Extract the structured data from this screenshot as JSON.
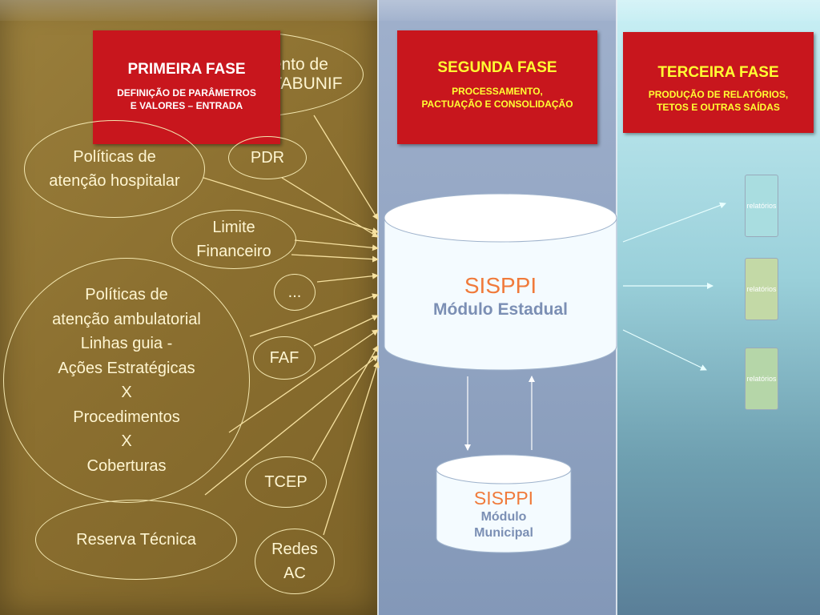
{
  "phases": [
    {
      "title": "PRIMEIRA FASE",
      "subtitle_lines": [
        "DEFINIÇÃO DE PARÂMETROS",
        "E VALORES – ENTRADA"
      ]
    },
    {
      "title": "SEGUNDA FASE",
      "subtitle_lines": [
        "PROCESSAMENTO,",
        "PACTUAÇÃO E CONSOLIDAÇÃO"
      ]
    },
    {
      "title": "TERCEIRA FASE",
      "subtitle_lines": [
        "PRODUÇÃO DE RELATÓRIOS,",
        "TETOS E OUTRAS SAÍDAS"
      ]
    }
  ],
  "inputs": {
    "tabunif": [
      "Novo agrupamento de",
      "procedimentos : TABUNIF"
    ],
    "hospitalar": [
      "Políticas de",
      "atenção hospitalar"
    ],
    "pdr": "PDR",
    "limite": [
      "Limite",
      "Financeiro"
    ],
    "dots": "...",
    "ambulatorial": [
      "Políticas de",
      "atenção ambulatorial",
      "Linhas guia -",
      "Ações Estratégicas",
      "X",
      "Procedimentos",
      "X",
      "Coberturas"
    ],
    "faf": "FAF",
    "tcep": "TCEP",
    "reserva": "Reserva Técnica",
    "redes": [
      "Redes",
      "AC"
    ]
  },
  "modules": {
    "estadual": {
      "name": "SISPPI",
      "sub": "Módulo Estadual"
    },
    "municipal": {
      "name": "SISPPI",
      "sub_lines": [
        "Módulo",
        "Municipal"
      ]
    }
  },
  "outputs": [
    "relatórios",
    "relatórios",
    "relatórios"
  ],
  "colors": {
    "panel1": "#8c7030",
    "panel2": "#8fa2c0",
    "panel3": "#9ad0da",
    "red_box": "#c8161d",
    "yellow_text": "#ffff33",
    "sisppi_orange": "#f07a3a",
    "module_blue": "#7b8fb4"
  }
}
